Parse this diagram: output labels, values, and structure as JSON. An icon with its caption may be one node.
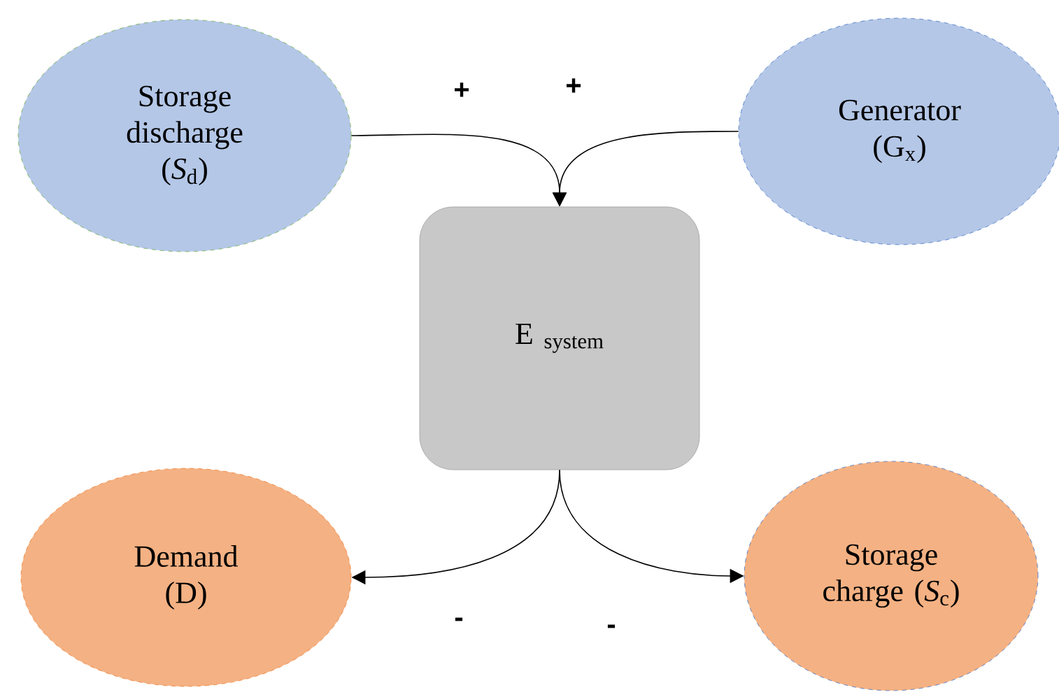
{
  "diagram": {
    "nodes": [
      {
        "text": [
          "Storage discharge (*S*$_{d}$)"
        ]
      },
      {
        "text": [
          "Generator (G$_{x}$)"
        ]
      },
      {
        "text": [
          "E $_{system}$"
        ]
      },
      {
        "text": [
          "Demand (D)"
        ]
      },
      {
        "text": [
          "Storage charge (*S*$_{c}$)"
        ]
      }
    ],
    "edges": [
      {
        "from": 0,
        "to": 2,
        "arrow": "to"
      },
      {
        "from": 1,
        "to": 2,
        "arrow": "to"
      },
      {
        "from": 2,
        "to": 3,
        "arrow": "to"
      },
      {
        "from": 2,
        "to": 4,
        "arrow": "to"
      }
    ],
    "labels": [
      "+",
      "+",
      "-",
      "-"
    ]
  }
}
